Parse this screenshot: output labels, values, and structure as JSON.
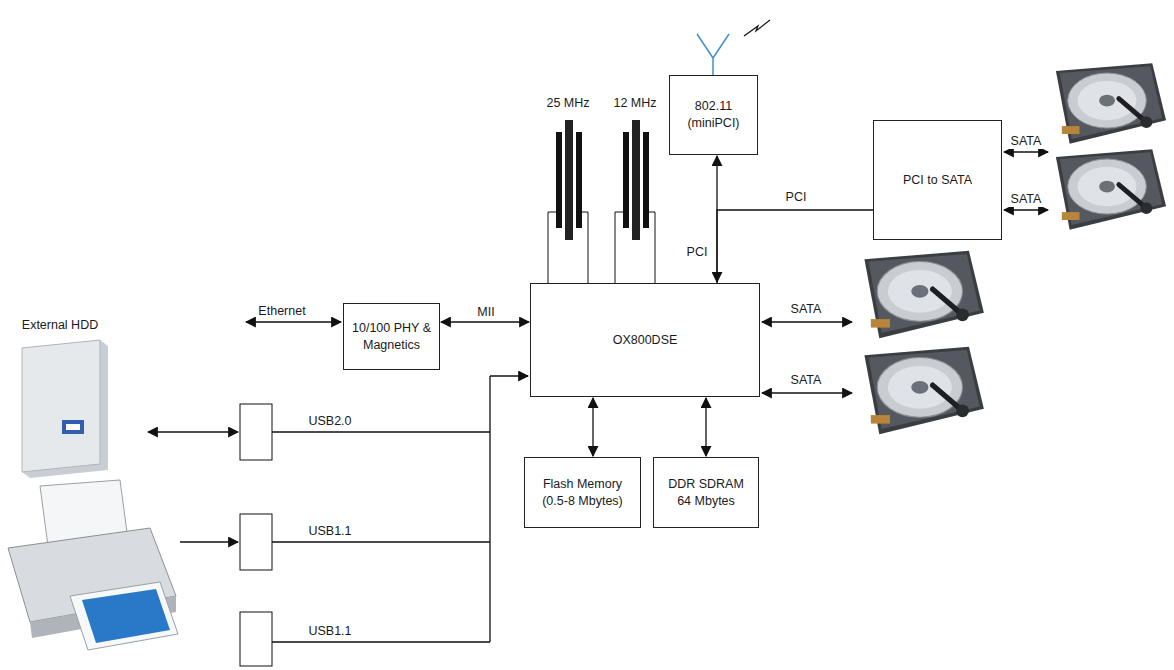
{
  "diagram": {
    "nodes": [
      {
        "text": [
          "802.11 (miniPCI)"
        ]
      },
      {
        "text": [
          "PCI to SATA"
        ]
      },
      {
        "text": [
          "10/100 PHY & Magnetics"
        ]
      },
      {
        "text": [
          "OX800DSE"
        ]
      },
      {
        "text": [
          "Flash Memory (0.5-8 Mbytes)"
        ]
      },
      {
        "text": [
          "DDR SDRAM 64 Mbytes"
        ]
      }
    ],
    "edges": [
      {
        "from": 2,
        "to": 3,
        "arrow": "both",
        "label": "MII"
      },
      {
        "from": 3,
        "to": 0,
        "arrow": "both",
        "label": "PCI"
      },
      {
        "from": 3,
        "to": 1,
        "arrow": "none",
        "label": "PCI"
      },
      {
        "from": 3,
        "to": 4,
        "arrow": "both"
      },
      {
        "from": 3,
        "to": 5,
        "arrow": "both"
      }
    ],
    "labels": [
      "25 MHz",
      "12 MHz",
      "Ethernet",
      "External HDD",
      "USB2.0",
      "USB1.1",
      "USB1.1",
      "SATA",
      "SATA",
      "SATA",
      "SATA"
    ]
  }
}
